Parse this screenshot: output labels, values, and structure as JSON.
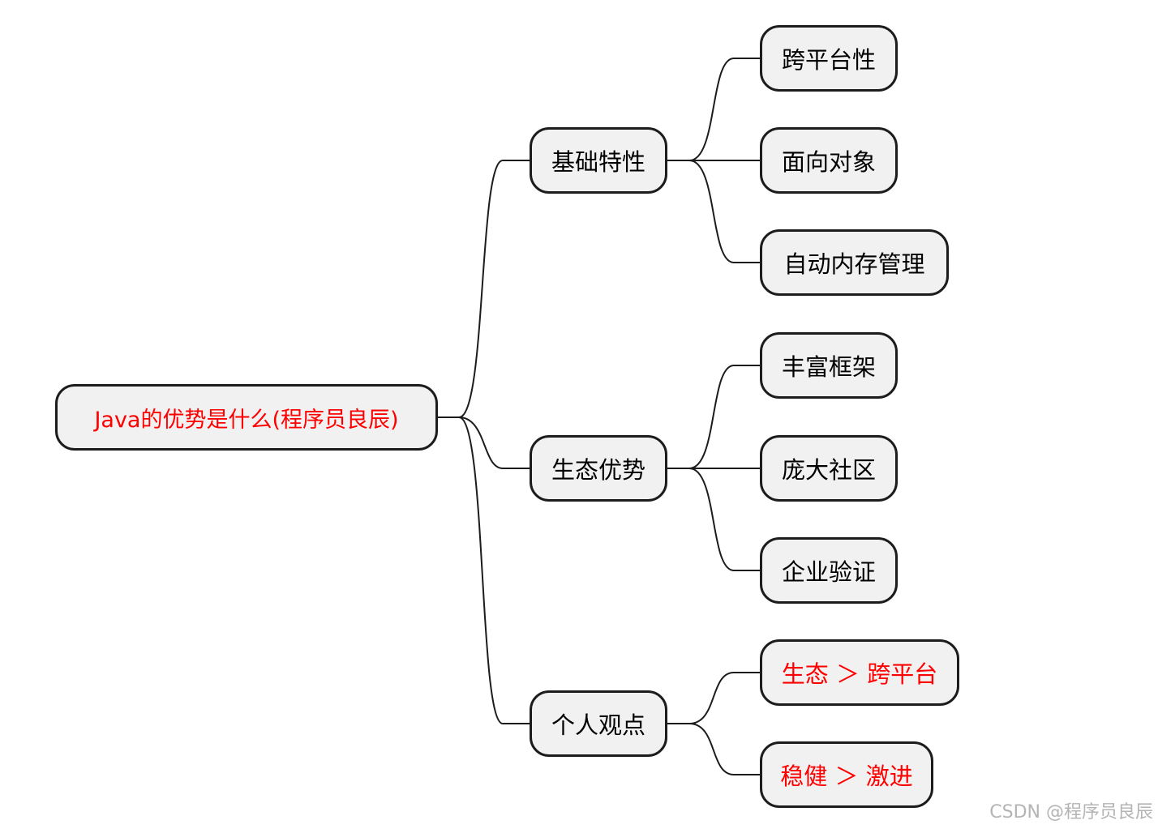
{
  "root": {
    "label": "Java的优势是什么(程序员良辰)",
    "color": "#ff0000"
  },
  "branches": [
    {
      "label": "基础特性",
      "children": [
        {
          "label": "跨平台性"
        },
        {
          "label": "面向对象"
        },
        {
          "label": "自动内存管理"
        }
      ]
    },
    {
      "label": "生态优势",
      "children": [
        {
          "label": "丰富框架"
        },
        {
          "label": "庞大社区"
        },
        {
          "label": "企业验证"
        }
      ]
    },
    {
      "label": "个人观点",
      "children": [
        {
          "label": "生态 ＞ 跨平台",
          "color": "#ff0000"
        },
        {
          "label": "稳健 ＞ 激进",
          "color": "#ff0000"
        }
      ]
    }
  ],
  "watermark": "CSDN @程序员良辰",
  "colors": {
    "node_fill": "#f1f1f1",
    "node_border": "#1c1c1c",
    "edge": "#1c1c1c",
    "highlight": "#ff0000"
  }
}
